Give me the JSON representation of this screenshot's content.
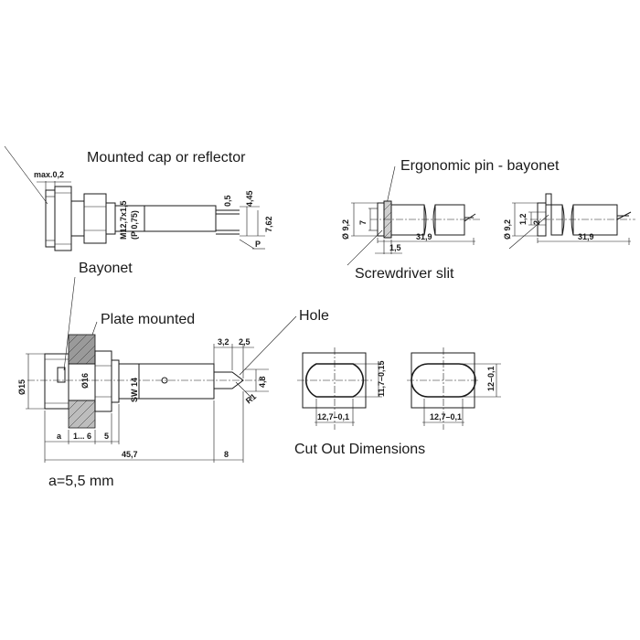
{
  "labels": {
    "mounted_cap": "Mounted cap or reflector",
    "ergonomic_pin": "Ergonomic pin - bayonet",
    "screwdriver_slit": "Screwdriver slit",
    "bayonet": "Bayonet",
    "plate_mounted": "Plate mounted",
    "hole": "Hole",
    "cut_out": "Cut Out Dimensions",
    "a_value": "a=5,5 mm"
  },
  "dims_top_left": {
    "max": "max.0,2",
    "thread": "M12,7x1,5",
    "pitch": "(P 0,75)",
    "d05": "0,5",
    "d445": "4,45",
    "d762": "7,62",
    "p": "P"
  },
  "dims_top_right": {
    "dia92a": "Ø 9,2",
    "d7": "7",
    "d15": "1,5",
    "d319a": "31,9",
    "dia92b": "Ø 9,2",
    "d12": "1,2",
    "d2": "2",
    "d319b": "31,9"
  },
  "dims_main": {
    "dia15": "Ø15",
    "dia16": "Ø16",
    "sw14": "SW 14",
    "d32": "3,2",
    "d25": "2,5",
    "d48": "4,8",
    "r1": "R1",
    "a": "a",
    "range": "1... 6",
    "d5": "5",
    "d457": "45,7",
    "d8": "8"
  },
  "dims_cutout": {
    "h1": "11,7–0,15",
    "w1": "12,7–0,1",
    "h2": "12–0,1",
    "w2": "12,7–0,1"
  }
}
